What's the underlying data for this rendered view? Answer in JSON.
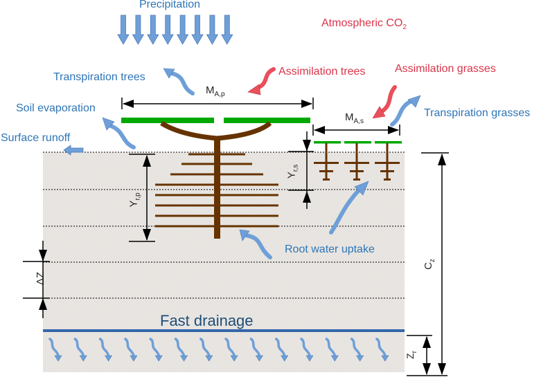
{
  "title": "Soil-vegetation water balance model schematic",
  "colors": {
    "water_blue": "#2e75b6",
    "arrow_blue": "#6f9fd8",
    "carbon_red": "#d9344a",
    "arrow_red": "#e8505b",
    "canopy_green": "#00a800",
    "root_brown": "#663300",
    "soil_gray": "#e6e3df",
    "drainage_line": "#3466aa"
  },
  "labels": {
    "precipitation": "Precipitation",
    "atmospheric_co2": "Atmospheric CO",
    "atmospheric_co2_sub": "2",
    "transpiration_trees": "Transpiration trees",
    "assimilation_trees": "Assimilation trees",
    "assimilation_grasses": "Assimilation grasses",
    "transpiration_grasses": "Transpiration grasses",
    "soil_evaporation": "Soil evaporation",
    "surface_runoff": "Surface runoff",
    "root_water_uptake": "Root water uptake",
    "fast_drainage": "Fast drainage"
  },
  "dimensions": {
    "canopy_trees": {
      "main": "M",
      "sub": "A,p"
    },
    "canopy_grasses": {
      "main": "M",
      "sub": "A,s"
    },
    "root_depth_trees": {
      "main": "Y",
      "sub": "r,p"
    },
    "root_depth_grasses": {
      "main": "Y",
      "sub": "r,s"
    },
    "layer_thickness": {
      "main": "ΔZ",
      "sub": ""
    },
    "soil_depth": {
      "main": "C",
      "sub": "z"
    },
    "drainage_depth": {
      "main": "Z",
      "sub": "r"
    }
  },
  "counts": {
    "precipitation_arrows": 8,
    "tree_root_branches": 8,
    "grass_plants": 3,
    "drainage_arrows": 14,
    "soil_layers": 6
  }
}
